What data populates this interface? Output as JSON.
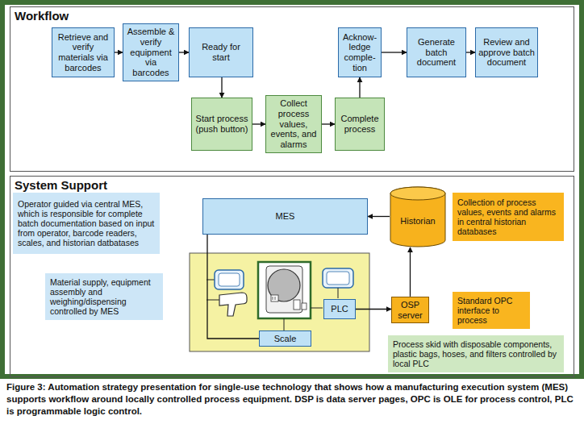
{
  "diagram": {
    "caption": "Figure 3: Automation strategy presentation for single-use technology that shows how a manufacturing execution system (MES) supports workflow around locally controlled process equipment. DSP is data server pages, OPC is OLE for process control, PLC is programmable logic control.",
    "nodes": [
      {
        "text": [
          "Workflow"
        ]
      },
      {
        "text": [
          "Retrieve and verify materials via barcodes"
        ],
        "in": 0
      },
      {
        "text": [
          "Assemble & verify equipment via barcodes"
        ],
        "in": 0
      },
      {
        "text": [
          "Ready for start"
        ],
        "in": 0
      },
      {
        "text": [
          "Acknow- ledge comple- tion"
        ],
        "in": 0
      },
      {
        "text": [
          "Generate batch document"
        ],
        "in": 0
      },
      {
        "text": [
          "Review and approve batch document"
        ],
        "in": 0
      },
      {
        "text": [
          "Start process (push button)"
        ],
        "in": 0
      },
      {
        "text": [
          "Collect process values, events, and alarms"
        ],
        "in": 0
      },
      {
        "text": [
          "Complete process"
        ],
        "in": 0
      },
      {
        "text": [
          "System Support"
        ]
      },
      {
        "text": [
          "Operator guided via central MES, which is responsible for complete batch documentation based on input from operator, barcode readers, scales, and historian datbatases"
        ],
        "in": 10
      },
      {
        "text": [
          "MES"
        ],
        "in": 10
      },
      {
        "text": [
          "Historian"
        ],
        "in": 10
      },
      {
        "text": [
          "Collection of process values, events and alarms in central historian databases"
        ],
        "in": 10
      },
      {
        "text": [
          "Material supply, equipment assembly and weighing/dispensing controlled by MES"
        ],
        "in": 10
      },
      {
        "text": [
          "PLC"
        ],
        "in": 10
      },
      {
        "text": [
          "Scale"
        ],
        "in": 10
      },
      {
        "text": [
          "OSP server"
        ],
        "in": 10
      },
      {
        "text": [
          "Standard OPC interface to process"
        ],
        "in": 10
      },
      {
        "text": [
          "Process skid with disposable components, plastic bags, hoses, and filters controlled by local PLC"
        ],
        "in": 10
      }
    ],
    "edges": [
      {
        "from": 1,
        "to": 2,
        "arrow": "to"
      },
      {
        "from": 2,
        "to": 3,
        "arrow": "to"
      },
      {
        "from": 3,
        "to": 7,
        "arrow": "to"
      },
      {
        "from": 7,
        "to": 8,
        "arrow": "to"
      },
      {
        "from": 8,
        "to": 9,
        "arrow": "to"
      },
      {
        "from": 9,
        "to": 4,
        "arrow": "to"
      },
      {
        "from": 4,
        "to": 5,
        "arrow": "to"
      },
      {
        "from": 5,
        "to": 6,
        "arrow": "to"
      },
      {
        "from": 13,
        "to": 12,
        "arrow": "to"
      },
      {
        "from": 18,
        "to": 13,
        "arrow": "to"
      },
      {
        "from": 16,
        "to": 18,
        "arrow": "to"
      },
      {
        "from": 12,
        "to": 17,
        "arrow": "none"
      }
    ]
  }
}
